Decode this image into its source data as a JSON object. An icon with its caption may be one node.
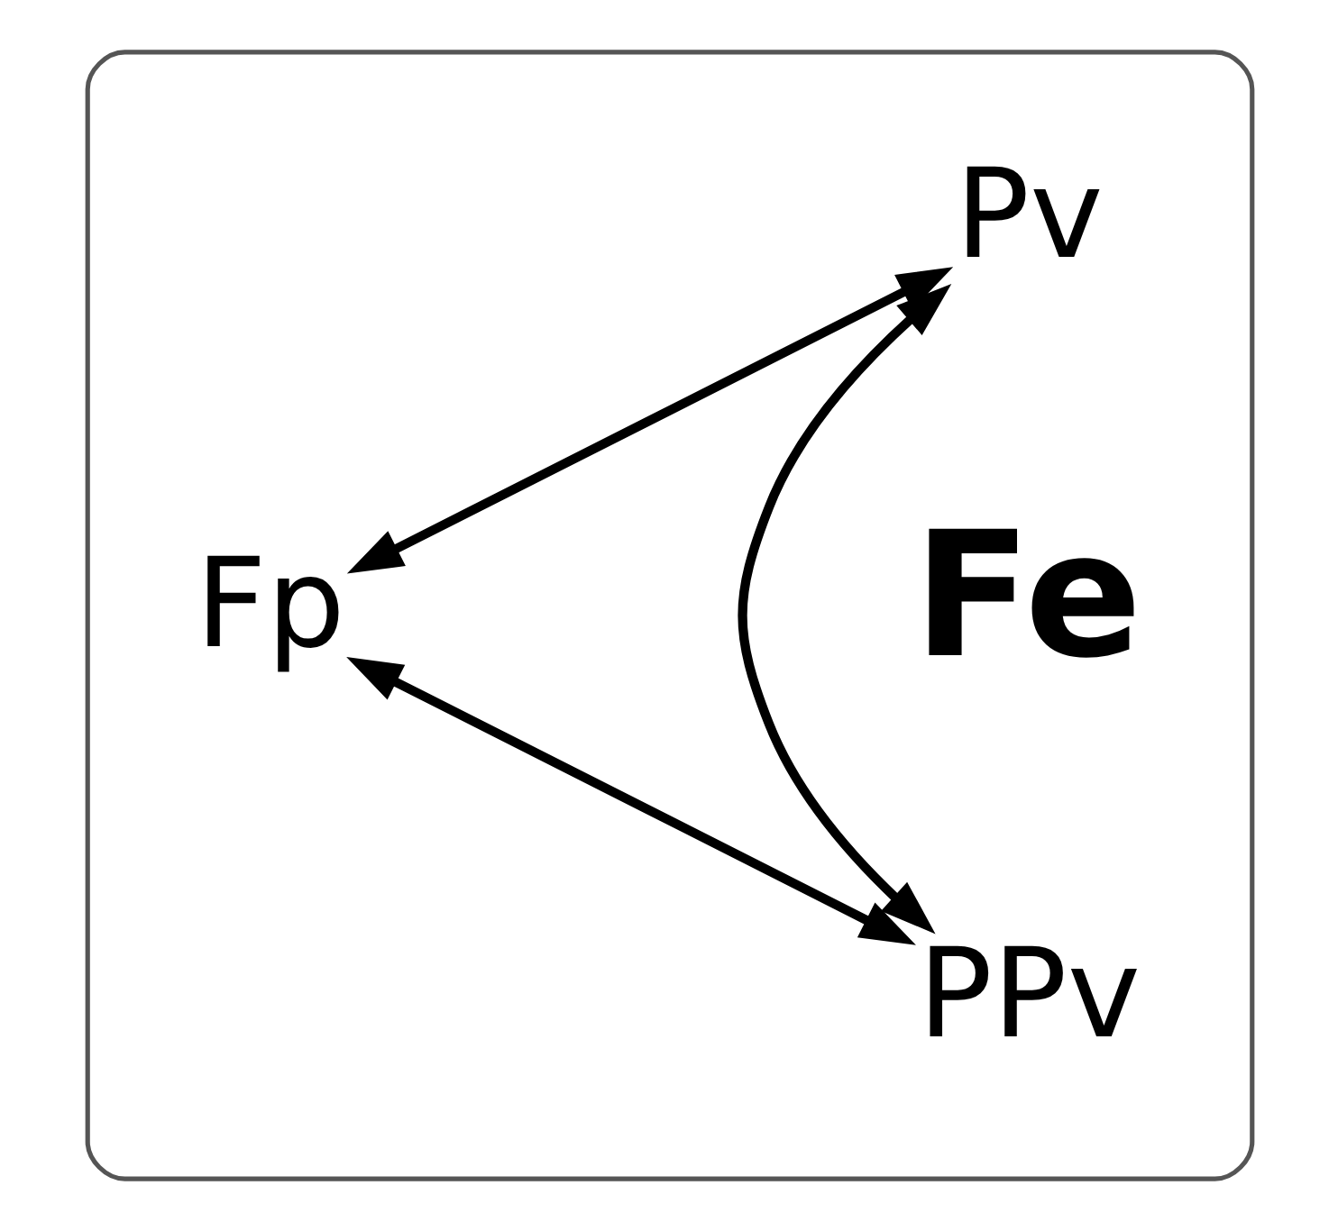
{
  "diagram": {
    "nodes": [
      {
        "text": [],
        "shape": "box"
      },
      {
        "text": [
          "Pv"
        ],
        "in": 0
      },
      {
        "text": [
          "Fp"
        ],
        "in": 0
      },
      {
        "text": [
          "PPv"
        ],
        "in": 0
      }
    ],
    "edges": [
      {
        "from": 1,
        "to": 2,
        "arrow": "both"
      },
      {
        "from": 2,
        "to": 3,
        "arrow": "both"
      },
      {
        "from": 1,
        "to": 3,
        "arrow": "both"
      }
    ],
    "labels": [
      "Fe"
    ]
  }
}
